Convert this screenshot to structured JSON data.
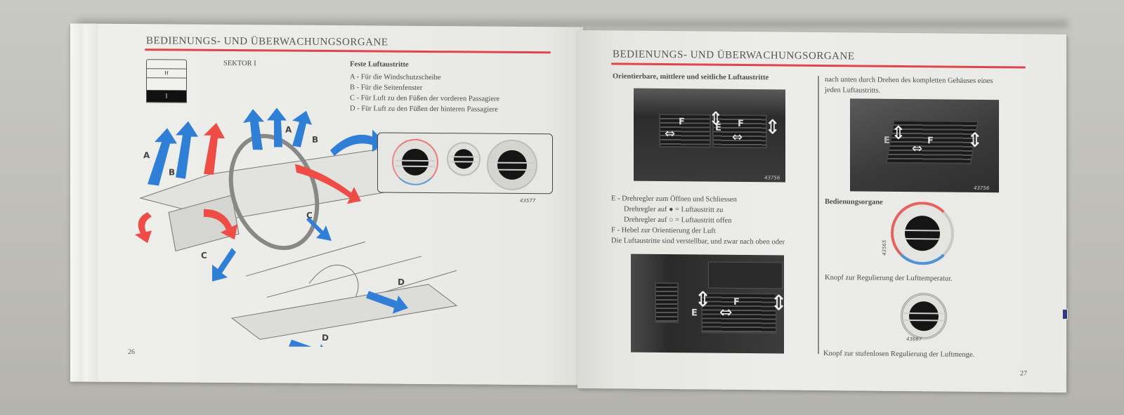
{
  "document": {
    "type": "car owner's manual spread",
    "language": "de"
  },
  "left_page": {
    "header": "BEDIENUNGS- UND ÜBERWACHUNGSORGANE",
    "sector_icon": {
      "rows": [
        "",
        "H",
        "",
        "I"
      ],
      "selected": "I"
    },
    "sector_label": "SEKTOR I",
    "section_heading": "Feste Luftaustritte",
    "items": [
      {
        "key": "A",
        "text": "A - Für die Windschutzscheibe"
      },
      {
        "key": "B",
        "text": "B - Für die Seitenfenster"
      },
      {
        "key": "C",
        "text": "C - Für Luft zu den Füßen der vorderen Passagiere"
      },
      {
        "key": "D",
        "text": "D - Für Luft zu den Füßen der hinteren Passagiere"
      }
    ],
    "illustration_labels": [
      "A",
      "A",
      "B",
      "B",
      "C",
      "C",
      "D",
      "D"
    ],
    "figure_code": "43577",
    "page_number": "26"
  },
  "right_page": {
    "header": "BEDIENUNGS- UND ÜBERWACHUNGSORGANE",
    "section_heading": "Orientierbare, mittlere und seitliche Luftaustritte",
    "figure1_code": "43756",
    "figure1_labels": [
      "F",
      "E",
      "F"
    ],
    "description_lines": [
      "E - Drehregler zum Öffnen und Schliessen",
      "Drehregler auf ● = Luftaustritt zu",
      "Drehregler auf ○ = Luftaustritt offen",
      "F - Hebel zur Orientierung der Luft",
      "Die Luftaustritte sind verstellbar, und zwar nach oben oder"
    ],
    "continuation_lines": [
      "nach unten durch Drehen des kompletten Gehäuses eines",
      "jeden Luftaustritts."
    ],
    "figure2_code": "43756",
    "figure2_labels": [
      "E",
      "F"
    ],
    "controls_heading": "Bedienungsorgane",
    "temp_knob_code": "43565",
    "temp_caption": "Knopf zur Regulierung der Lufttemperatur.",
    "flow_knob_code": "43667",
    "flow_caption": "Knopf zur stufenlosen Regulierung der Luftmenge.",
    "figure3_labels": [
      "E",
      "F"
    ],
    "page_number": "27"
  },
  "colors": {
    "accent_red": "#e0454d",
    "arrow_blue": "#2f7fd6",
    "arrow_red": "#ee4c45",
    "tab_marker": "#2d3a86"
  }
}
